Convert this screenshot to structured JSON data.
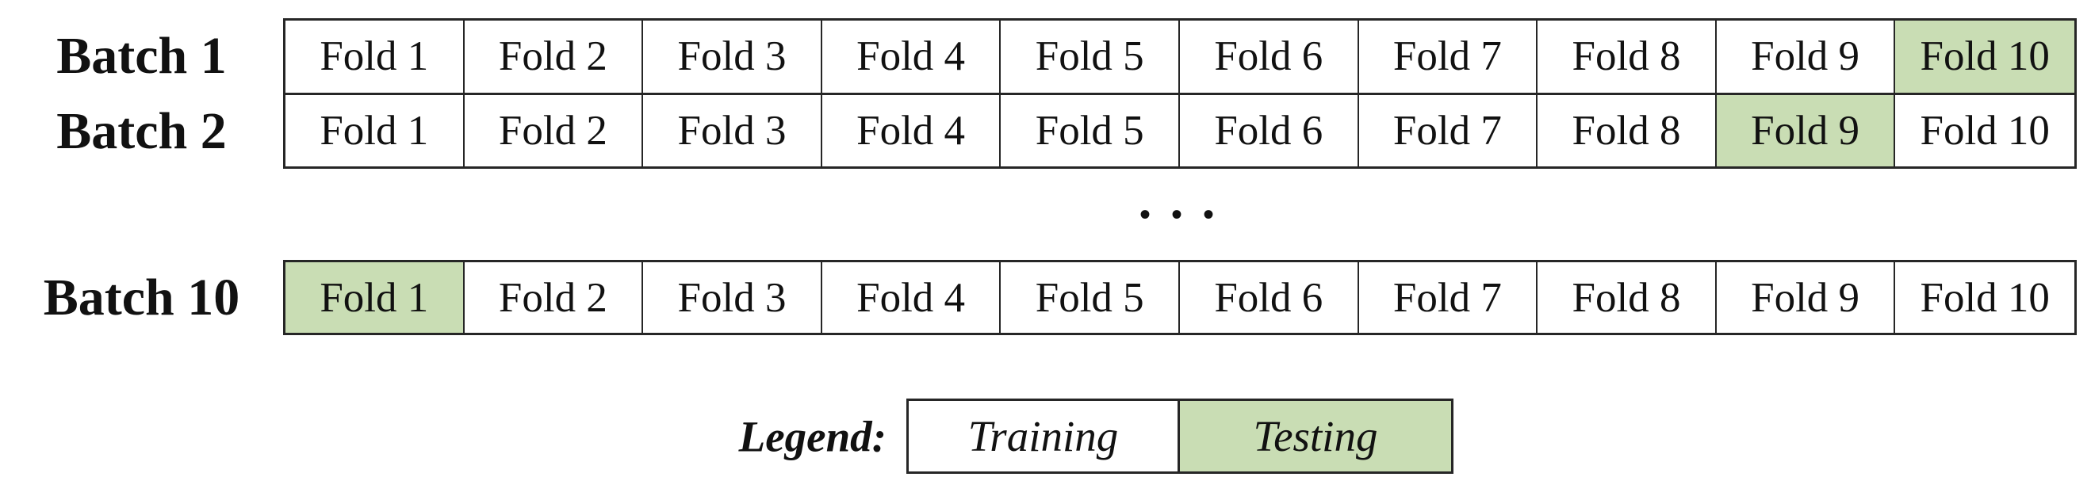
{
  "diagram": {
    "type": "k-fold-cross-validation",
    "groups": [
      {
        "rows": [
          {
            "batch_label": "Batch 1",
            "folds": [
              "Fold 1",
              "Fold 2",
              "Fold 3",
              "Fold 4",
              "Fold 5",
              "Fold 6",
              "Fold 7",
              "Fold 8",
              "Fold 9",
              "Fold 10"
            ],
            "testing_fold": "Fold 10",
            "testing_index": 9
          },
          {
            "batch_label": "Batch 2",
            "folds": [
              "Fold 1",
              "Fold 2",
              "Fold 3",
              "Fold 4",
              "Fold 5",
              "Fold 6",
              "Fold 7",
              "Fold 8",
              "Fold 9",
              "Fold 10"
            ],
            "testing_fold": "Fold 9",
            "testing_index": 8
          }
        ]
      },
      {
        "rows": [
          {
            "batch_label": "Batch 10",
            "folds": [
              "Fold 1",
              "Fold 2",
              "Fold 3",
              "Fold 4",
              "Fold 5",
              "Fold 6",
              "Fold 7",
              "Fold 8",
              "Fold 9",
              "Fold 10"
            ],
            "testing_fold": "Fold 1",
            "testing_index": 0
          }
        ]
      }
    ],
    "ellipsis": "• • •",
    "legend": {
      "label": "Legend:",
      "items": [
        {
          "label": "Training",
          "state": "training"
        },
        {
          "label": "Testing",
          "state": "testing"
        }
      ]
    },
    "colors": {
      "training_fill": "#ffffff",
      "testing_fill": "#c9ddb4",
      "border": "#262626",
      "text": "#111111",
      "background": "#ffffff"
    }
  }
}
